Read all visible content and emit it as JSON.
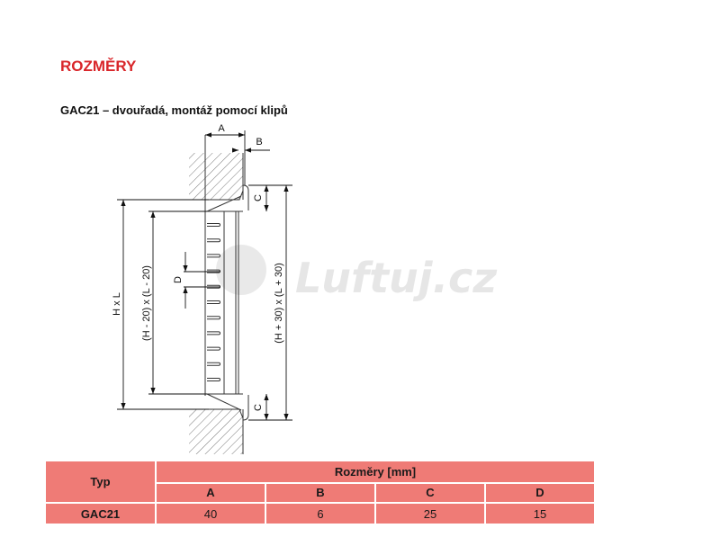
{
  "heading": "ROZMĚRY",
  "subtitle": "GAC21 – dvouřadá, montáž pomocí klipů",
  "drawing": {
    "labels": {
      "a": "A",
      "b": "B",
      "c_top": "C",
      "c_bottom": "C",
      "d": "D",
      "hxl": "H x L",
      "inner": "(H - 20) x (L - 20)",
      "outer": "(H + 30) x (L + 30)"
    },
    "watermark": "Luftuj.cz"
  },
  "table": {
    "typ_header": "Typ",
    "group_header": "Rozměry [mm]",
    "columns": [
      "A",
      "B",
      "C",
      "D"
    ],
    "rows": [
      {
        "typ": "GAC21",
        "values": [
          "40",
          "6",
          "25",
          "15"
        ]
      }
    ]
  },
  "colors": {
    "heading": "#d9262a",
    "table_bg": "#ef7b76"
  }
}
